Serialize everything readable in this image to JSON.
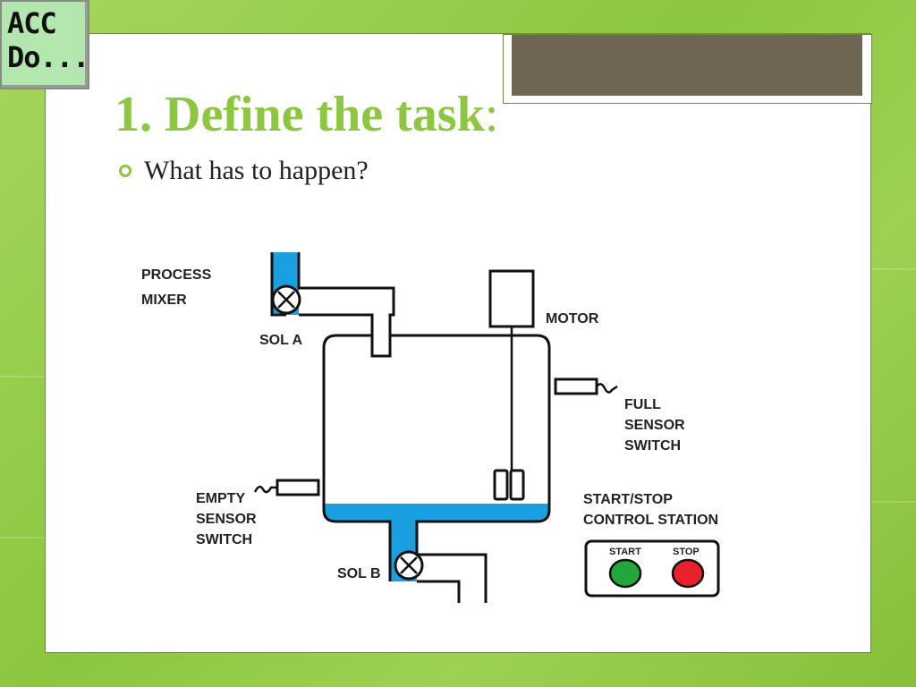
{
  "logo": {
    "line1": "ACC",
    "line2": "Do..."
  },
  "slide": {
    "title": "1. Define the task",
    "title_colon": ":",
    "bullet": "What has to happen?"
  },
  "diagram": {
    "labels": {
      "process_mixer_1": "PROCESS",
      "process_mixer_2": "MIXER",
      "sol_a": "SOL A",
      "motor": "MOTOR",
      "full_1": "FULL",
      "full_2": "SENSOR",
      "full_3": "SWITCH",
      "empty_1": "EMPTY",
      "empty_2": "SENSOR",
      "empty_3": "SWITCH",
      "start_stop_1": "START/STOP",
      "start_stop_2": "CONTROL STATION",
      "sol_b": "SOL B",
      "start": "START",
      "stop": "STOP"
    },
    "colors": {
      "fluid": "#1a9fe0",
      "start": "#22a73a",
      "stop": "#e8212a",
      "accent": "#8dc63f"
    }
  }
}
